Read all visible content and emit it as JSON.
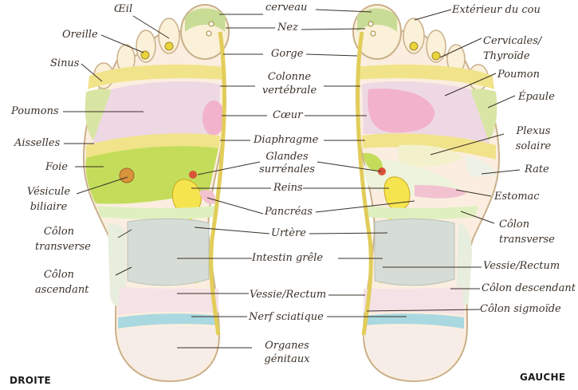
{
  "sides": {
    "right": "DROITE",
    "left": "GAUCHE"
  },
  "labels": {
    "oeil": "Œil",
    "cerveau": "cerveau",
    "exterieur_cou": "Extérieur du cou",
    "oreille": "Oreille",
    "nez": "Nez",
    "cervicales": "Cervicales/\nThyroïde",
    "sinus": "Sinus",
    "gorge": "Gorge",
    "poumon": "Poumon",
    "colonne": "Colonne\nvertébrale",
    "epaule": "Épaule",
    "poumons": "Poumons",
    "coeur": "Cœur",
    "plexus": "Plexus\nsolaire",
    "aisselles": "Aisselles",
    "diaphragme": "Diaphragme",
    "glandes": "Glandes\nsurrénales",
    "rate": "Rate",
    "foie": "Foie",
    "reins": "Reins",
    "estomac": "Estomac",
    "vesicule": "Vésicule\nbiliaire",
    "pancreas": "Pancréas",
    "colon_transverse_r": "Côlon\ntransverse",
    "colon_transverse_l": "Côlon\ntransverse",
    "uretere": "Urtère",
    "intestin": "Intestin grêle",
    "vessie_l": "Vessie/Rectum",
    "colon_ascendant": "Côlon\nascendant",
    "colon_descendant": "Côlon descendant",
    "vessie_c": "Vessie/Rectum",
    "colon_sigmoide": "Côlon sigmoïde",
    "nerf": "Nerf sciatique",
    "organes": "Organes\ngénitaux"
  },
  "colors": {
    "skin": "#fbeee0",
    "outline": "#c9b08a",
    "lung": "#eed8e4",
    "heart": "#f2b2cc",
    "liver": "#c3dd5a",
    "yellow": "#f3e36e",
    "green_light": "#dff0c0",
    "gray_intestine": "#d6ddd6",
    "blue_sciatic": "#a9d8e0",
    "pink_genital": "#f6ece8",
    "kidney_yellow": "#f6e44f",
    "adrenal": "#d9533a"
  }
}
